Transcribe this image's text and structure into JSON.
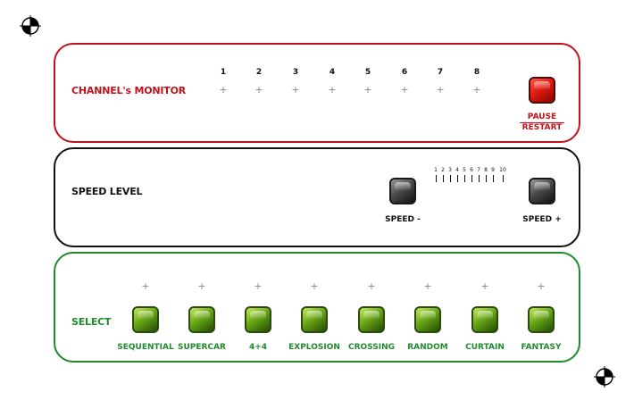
{
  "monitor": {
    "title": "CHANNEL's MONITOR",
    "channels": [
      "1",
      "2",
      "3",
      "4",
      "5",
      "6",
      "7",
      "8"
    ],
    "indicator_glyph": "+",
    "pause_label_line1": "PAUSE",
    "pause_label_line2": "RESTART",
    "accent_color": "#c2101c"
  },
  "speed": {
    "title": "SPEED LEVEL",
    "levels": [
      "1",
      "2",
      "3",
      "4",
      "5",
      "6",
      "7",
      "8",
      "9",
      "10"
    ],
    "minus_label": "SPEED -",
    "plus_label": "SPEED +"
  },
  "select": {
    "title": "SELECT",
    "indicator_glyph": "+",
    "modes": [
      "SEQUENTIAL",
      "SUPERCAR",
      "4+4",
      "EXPLOSION",
      "CROSSING",
      "RANDOM",
      "CURTAIN",
      "FANTASY"
    ],
    "accent_color": "#1f8a2e"
  },
  "icons": [
    "registration-mark-icon"
  ]
}
